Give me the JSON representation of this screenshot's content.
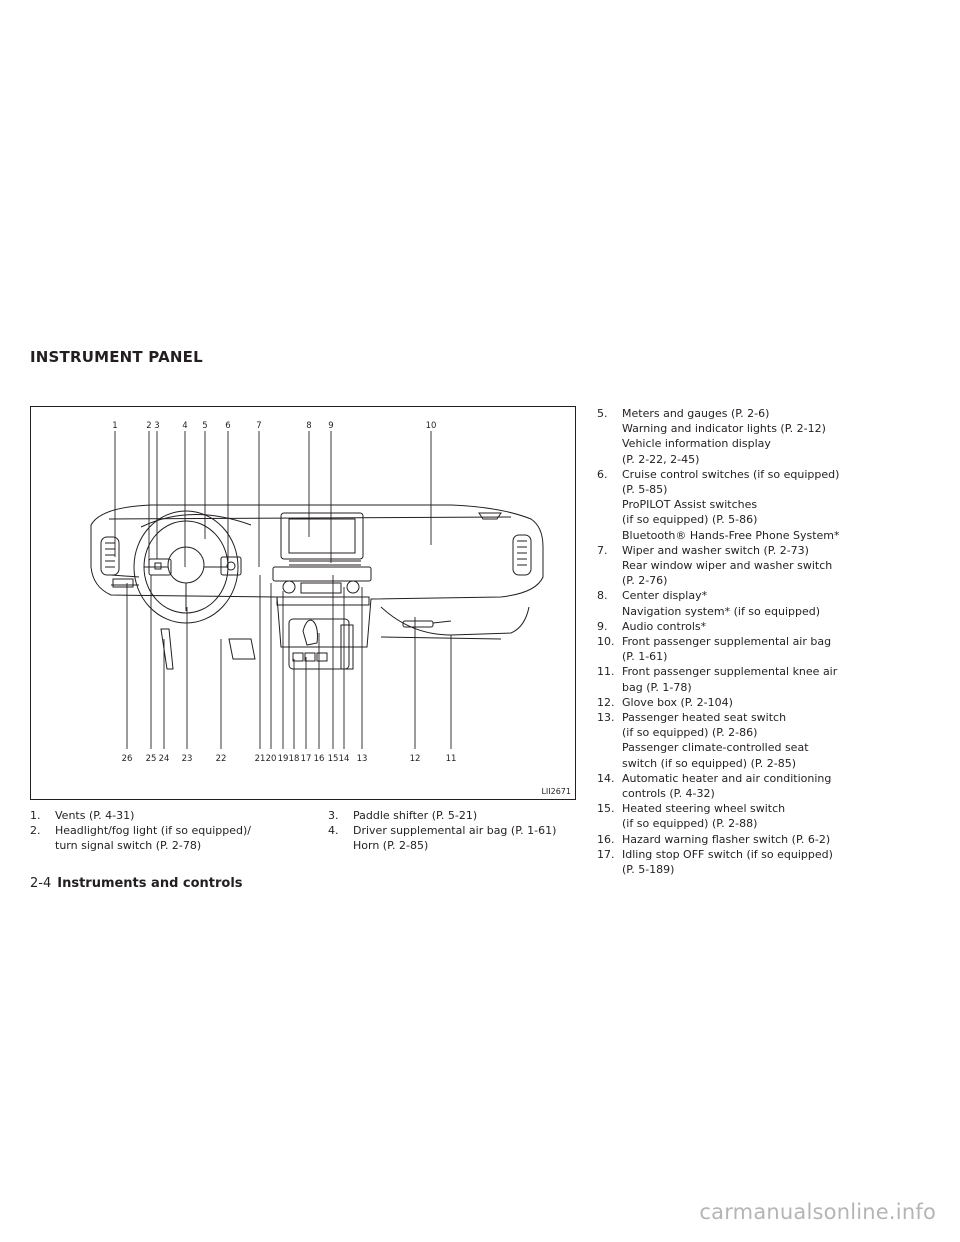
{
  "page": {
    "section_title": "INSTRUMENT PANEL",
    "figure_id": "LII2671",
    "footer": {
      "page_number": "2-4",
      "chapter": "Instruments and controls"
    },
    "watermark": "carmanualsonline.info"
  },
  "figure_labels": {
    "top": [
      "1",
      "2",
      "3",
      "4",
      "5",
      "6",
      "7",
      "8",
      "9",
      "10"
    ],
    "bottom": [
      "26",
      "25",
      "24",
      "23",
      "22",
      "21",
      "20",
      "19",
      "18",
      "17",
      "16",
      "15",
      "14",
      "13",
      "12",
      "11"
    ]
  },
  "legend": {
    "column_a": [
      {
        "num": "1.",
        "lines": [
          "Vents (P. 4-31)"
        ]
      },
      {
        "num": "2.",
        "lines": [
          "Headlight/fog light (if so equipped)/",
          "turn signal switch (P. 2-78)"
        ]
      }
    ],
    "column_b": [
      {
        "num": "3.",
        "lines": [
          "Paddle shifter (P. 5-21)"
        ]
      },
      {
        "num": "4.",
        "lines": [
          "Driver supplemental air bag (P. 1-61)",
          "Horn (P. 2-85)"
        ]
      }
    ],
    "column_c": [
      {
        "num": "5.",
        "lines": [
          "Meters and gauges (P. 2-6)",
          "Warning and indicator lights (P. 2-12)",
          "Vehicle information display",
          "(P. 2-22, 2-45)"
        ]
      },
      {
        "num": "6.",
        "lines": [
          "Cruise control switches (if so equipped)",
          "(P. 5-85)",
          "ProPILOT Assist switches",
          "(if so equipped) (P. 5-86)",
          "Bluetooth® Hands-Free Phone System*"
        ]
      },
      {
        "num": "7.",
        "lines": [
          "Wiper and washer switch (P. 2-73)",
          "Rear window wiper and washer switch",
          "(P. 2-76)"
        ]
      },
      {
        "num": "8.",
        "lines": [
          "Center display*",
          "Navigation system* (if so equipped)"
        ]
      },
      {
        "num": "9.",
        "lines": [
          "Audio controls*"
        ]
      },
      {
        "num": "10.",
        "lines": [
          "Front passenger supplemental air bag",
          "(P. 1-61)"
        ]
      },
      {
        "num": "11.",
        "lines": [
          "Front passenger supplemental knee air",
          "bag (P. 1-78)"
        ]
      },
      {
        "num": "12.",
        "lines": [
          "Glove box (P. 2-104)"
        ]
      },
      {
        "num": "13.",
        "lines": [
          "Passenger heated seat switch",
          "(if so equipped) (P. 2-86)",
          "Passenger climate-controlled seat",
          "switch (if so equipped) (P. 2-85)"
        ]
      },
      {
        "num": "14.",
        "lines": [
          "Automatic heater and air conditioning",
          "controls (P. 4-32)"
        ]
      },
      {
        "num": "15.",
        "lines": [
          "Heated steering wheel switch",
          "(if so equipped) (P. 2-88)"
        ]
      },
      {
        "num": "16.",
        "lines": [
          "Hazard warning flasher switch (P. 6-2)"
        ]
      },
      {
        "num": "17.",
        "lines": [
          "Idling stop OFF switch (if so equipped)",
          "(P. 5-189)"
        ]
      }
    ]
  }
}
